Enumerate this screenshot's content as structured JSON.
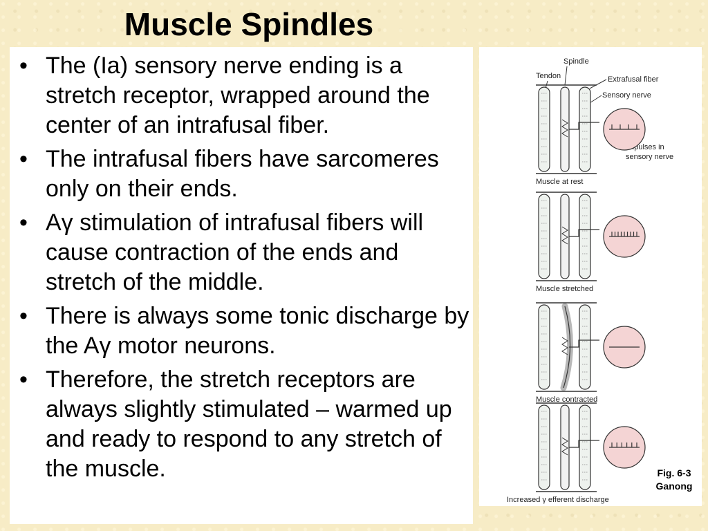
{
  "slide": {
    "title": "Muscle Spindles",
    "bullets": [
      "The (Ia) sensory nerve ending is a stretch receptor, wrapped around the center of an intrafusal fiber.",
      "The intrafusal fibers have sarcomeres only on their ends.",
      "Aγ stimulation of intrafusal fibers will cause contraction of the ends and stretch of the middle.",
      "There is always some tonic discharge by the Aγ motor neurons.",
      "Therefore, the stretch receptors are always slightly stimulated – warmed up and ready to respond to any stretch of the muscle."
    ],
    "bullet_symbol": "•"
  },
  "figure": {
    "labels": {
      "spindle": "Spindle",
      "tendon": "Tendon",
      "extrafusal": "Extrafusal fiber",
      "sensory": "Sensory nerve",
      "impulses_1": "Impulses in",
      "impulses_2": "sensory nerve"
    },
    "panels": [
      {
        "caption": "Muscle at rest",
        "impulse_count": 4
      },
      {
        "caption": "Muscle stretched",
        "impulse_count": 9
      },
      {
        "caption": "Muscle contracted",
        "impulse_count": 0
      },
      {
        "caption": "Increased γ efferent discharge",
        "impulse_count": 6
      }
    ],
    "source_line1": "Fig. 6-3",
    "source_line2": "Ganong",
    "colors": {
      "bubble_fill": "#f4d4d4",
      "fiber_fill": "#eef2ee",
      "line": "#333333"
    }
  }
}
